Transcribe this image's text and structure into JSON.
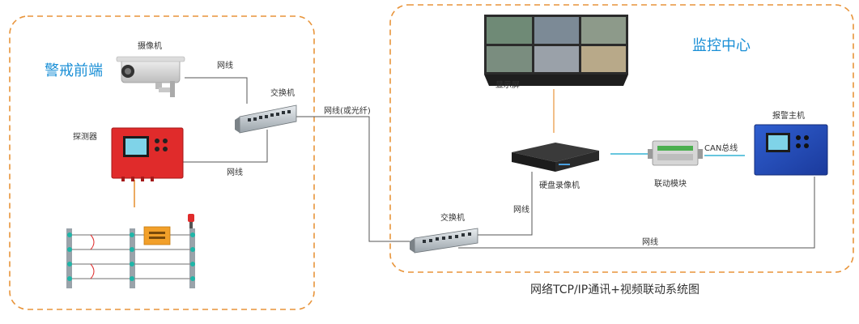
{
  "zones": {
    "front": {
      "title": "警戒前端"
    },
    "center": {
      "title": "监控中心"
    }
  },
  "devices": {
    "camera": "摄像机",
    "detector": "探测器",
    "switch_front": "交换机",
    "monitor": "显示屏",
    "nvr": "硬盘录像机",
    "linkage": "联动模块",
    "alarm_host": "报警主机",
    "switch_center": "交换机"
  },
  "links": {
    "camera_switch": "网线",
    "detector_switch": "网线",
    "front_to_center": "网线(或光纤)",
    "switch_nvr": "网线",
    "can_bus": "CAN总线",
    "switch_alarm": "网线"
  },
  "caption": "网络TCP/IP通讯+视频联动系统图",
  "colors": {
    "zone_border": "#e8943a",
    "zone_title": "#1a8fd6",
    "wire": "#555555",
    "orange_wire": "#e8943a",
    "cyan_wire": "#35b4d4"
  }
}
